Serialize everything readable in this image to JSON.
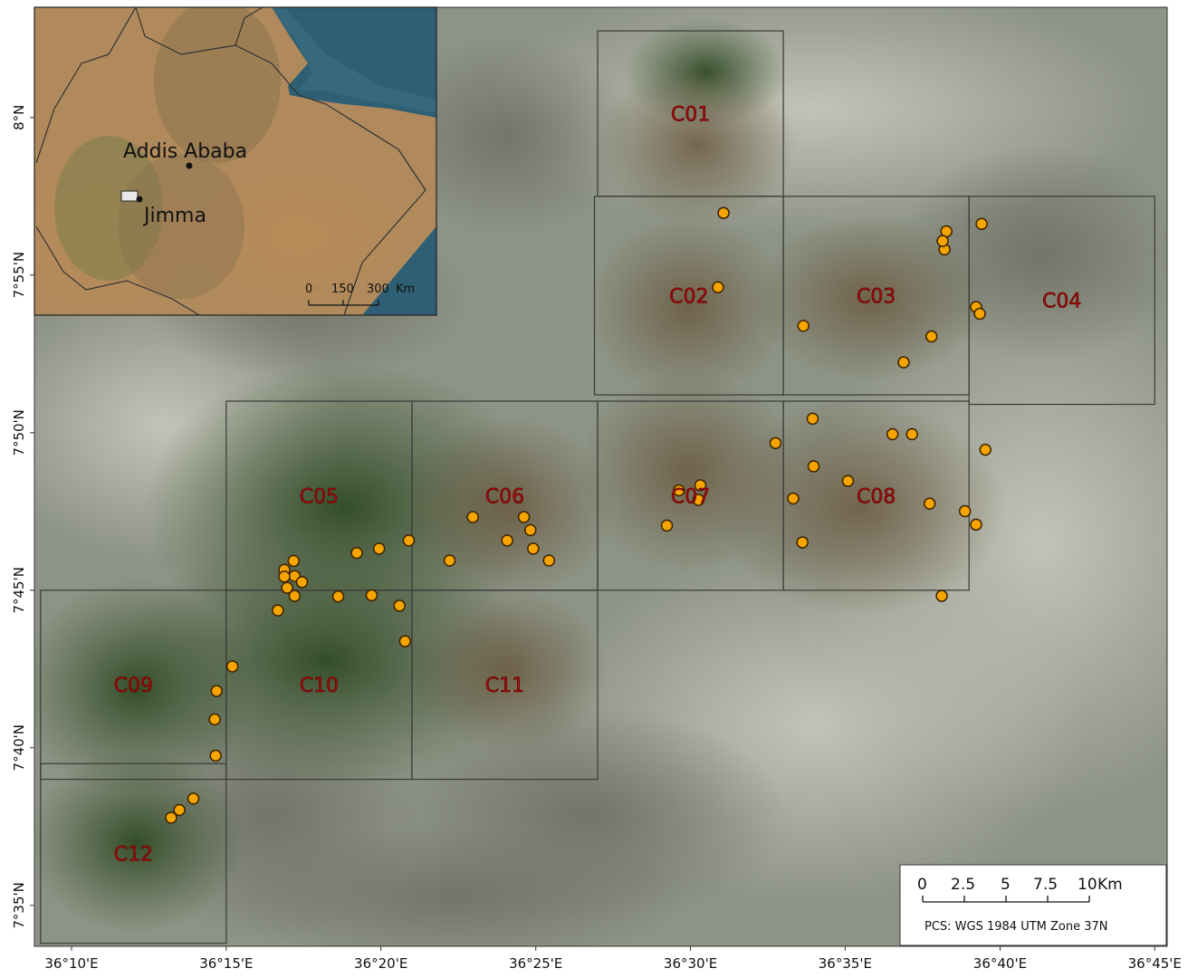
{
  "map": {
    "longitude_labels": [
      {
        "text": "36°10'E",
        "lon": 36.1667
      },
      {
        "text": "36°15'E",
        "lon": 36.25
      },
      {
        "text": "36°20'E",
        "lon": 36.3333
      },
      {
        "text": "36°25'E",
        "lon": 36.4167
      },
      {
        "text": "36°30'E",
        "lon": 36.5
      },
      {
        "text": "36°35'E",
        "lon": 36.5833
      },
      {
        "text": "36°40'E",
        "lon": 36.6667
      },
      {
        "text": "36°45'E",
        "lon": 36.75
      }
    ],
    "latitude_labels": [
      {
        "text": "8°N",
        "lat": 8.0
      },
      {
        "text": "7°55'N",
        "lat": 7.9167
      },
      {
        "text": "7°50'N",
        "lat": 7.8333
      },
      {
        "text": "7°45'N",
        "lat": 7.75
      },
      {
        "text": "7°40'N",
        "lat": 7.6667
      },
      {
        "text": "7°35'N",
        "lat": 7.5833
      }
    ],
    "lon_range": [
      36.1467,
      36.7567
    ],
    "lat_range": [
      7.5617,
      8.0583
    ],
    "cells": [
      {
        "id": "C01",
        "lon": [
          36.45,
          36.55
        ],
        "lat": [
          7.9583,
          8.0458
        ]
      },
      {
        "id": "C02",
        "lon": [
          36.4483,
          36.55
        ],
        "lat": [
          7.8533,
          7.9583
        ]
      },
      {
        "id": "C03",
        "lon": [
          36.55,
          36.65
        ],
        "lat": [
          7.8533,
          7.9583
        ]
      },
      {
        "id": "C04",
        "lon": [
          36.65,
          36.75
        ],
        "lat": [
          7.8483,
          7.9583
        ]
      },
      {
        "id": "C05",
        "lon": [
          36.25,
          36.35
        ],
        "lat": [
          7.75,
          7.85
        ]
      },
      {
        "id": "C06",
        "lon": [
          36.35,
          36.45
        ],
        "lat": [
          7.75,
          7.85
        ]
      },
      {
        "id": "C07",
        "lon": [
          36.45,
          36.55
        ],
        "lat": [
          7.75,
          7.85
        ]
      },
      {
        "id": "C08",
        "lon": [
          36.55,
          36.65
        ],
        "lat": [
          7.75,
          7.85
        ]
      },
      {
        "id": "C09",
        "lon": [
          36.15,
          36.25
        ],
        "lat": [
          7.65,
          7.75
        ]
      },
      {
        "id": "C10",
        "lon": [
          36.25,
          36.35
        ],
        "lat": [
          7.65,
          7.75
        ]
      },
      {
        "id": "C11",
        "lon": [
          36.35,
          36.45
        ],
        "lat": [
          7.65,
          7.75
        ]
      },
      {
        "id": "C12",
        "lon": [
          36.15,
          36.25
        ],
        "lat": [
          7.5633,
          7.6583
        ]
      }
    ],
    "sample_points": [
      [
        36.5178,
        7.9495
      ],
      [
        36.6378,
        7.9398
      ],
      [
        36.6568,
        7.9437
      ],
      [
        36.6368,
        7.9302
      ],
      [
        36.6358,
        7.9347
      ],
      [
        36.5148,
        7.9102
      ],
      [
        36.6538,
        7.8998
      ],
      [
        36.6558,
        7.8962
      ],
      [
        36.6298,
        7.8842
      ],
      [
        36.5608,
        7.8898
      ],
      [
        36.6148,
        7.8705
      ],
      [
        36.5658,
        7.8407
      ],
      [
        36.6088,
        7.8325
      ],
      [
        36.6193,
        7.8325
      ],
      [
        36.5458,
        7.8278
      ],
      [
        36.6588,
        7.8243
      ],
      [
        36.5663,
        7.8155
      ],
      [
        36.5848,
        7.8078
      ],
      [
        36.5053,
        7.8055
      ],
      [
        36.4938,
        7.8028
      ],
      [
        36.5043,
        7.7978
      ],
      [
        36.5553,
        7.7985
      ],
      [
        36.6288,
        7.7958
      ],
      [
        36.6478,
        7.7918
      ],
      [
        36.6538,
        7.7847
      ],
      [
        36.4873,
        7.7842
      ],
      [
        36.5603,
        7.7753
      ],
      [
        36.3828,
        7.7887
      ],
      [
        36.4103,
        7.7887
      ],
      [
        36.4138,
        7.7818
      ],
      [
        36.4013,
        7.7763
      ],
      [
        36.4153,
        7.772
      ],
      [
        36.4238,
        7.7657
      ],
      [
        36.3703,
        7.7657
      ],
      [
        36.3483,
        7.7763
      ],
      [
        36.3323,
        7.772
      ],
      [
        36.3203,
        7.7697
      ],
      [
        36.2863,
        7.7655
      ],
      [
        36.2813,
        7.7608
      ],
      [
        36.2868,
        7.7575
      ],
      [
        36.2813,
        7.7572
      ],
      [
        36.2908,
        7.7543
      ],
      [
        36.2828,
        7.7513
      ],
      [
        36.2868,
        7.747
      ],
      [
        36.3283,
        7.7473
      ],
      [
        36.3103,
        7.7467
      ],
      [
        36.3433,
        7.7418
      ],
      [
        36.2778,
        7.7393
      ],
      [
        36.3463,
        7.723
      ],
      [
        36.2533,
        7.7097
      ],
      [
        36.2448,
        7.6967
      ],
      [
        36.2438,
        7.6817
      ],
      [
        36.2443,
        7.6625
      ],
      [
        36.6353,
        7.747
      ],
      [
        36.2323,
        7.6398
      ],
      [
        36.2248,
        7.6338
      ],
      [
        36.2203,
        7.6297
      ]
    ],
    "colors": {
      "cell_border": "#3a3a3a",
      "point_fill": "#f5a400",
      "point_stroke": "#3b2200",
      "label": "#a10d0d"
    }
  },
  "inset": {
    "city_capital": "Addis Ababa",
    "city_study": "Jimma",
    "lat_labels": [
      {
        "text": "8°N"
      }
    ],
    "scale_ticks": [
      "0",
      "150",
      "300"
    ],
    "scale_unit": "Km"
  },
  "scalebar": {
    "ticks": [
      "0",
      "2.5",
      "5",
      "7.5",
      "10"
    ],
    "unit": "Km",
    "projection": "PCS: WGS 1984 UTM Zone 37N"
  }
}
